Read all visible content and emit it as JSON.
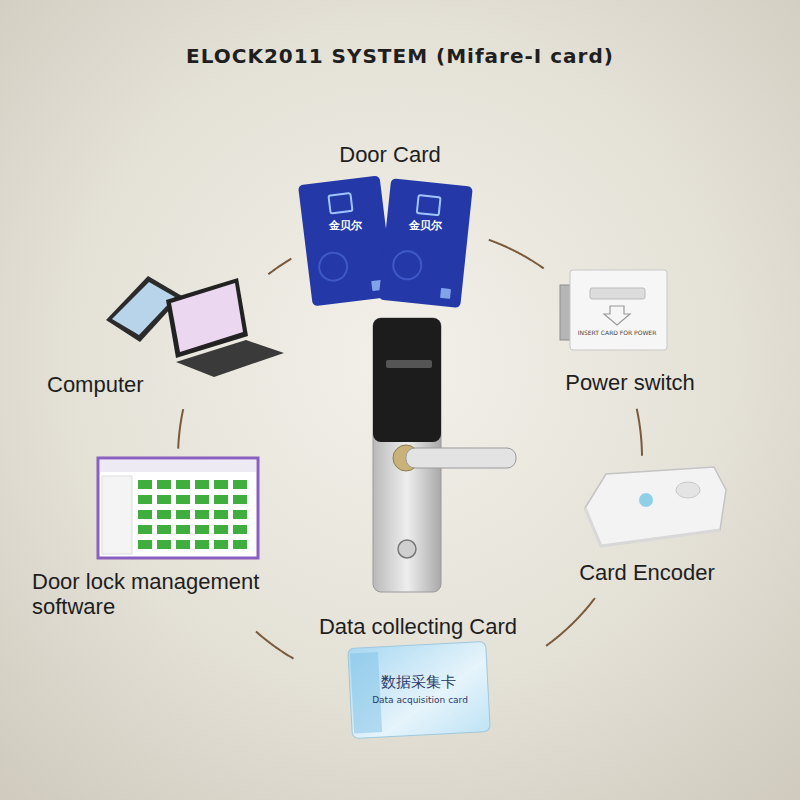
{
  "diagram": {
    "title": "ELOCK2011 SYSTEM (Mifare-I card)",
    "nodes": [
      {
        "text": [
          "Door Card",
          "金贝尔",
          "金贝尔"
        ]
      },
      {
        "text": [
          "Power switch",
          "INSERT CARD FOR POWER"
        ]
      },
      {
        "text": [
          "Card Encoder"
        ]
      },
      {
        "text": [
          "Data collecting Card",
          "数据采集卡",
          "Data acquisition card"
        ]
      },
      {
        "text": [
          "Door lock management software"
        ]
      },
      {
        "text": [
          "Computer"
        ]
      }
    ],
    "edges": [
      {
        "from": 0,
        "to": 1,
        "arrow": "none"
      },
      {
        "from": 1,
        "to": 2,
        "arrow": "none"
      },
      {
        "from": 2,
        "to": 3,
        "arrow": "none"
      },
      {
        "from": 3,
        "to": 4,
        "arrow": "none"
      },
      {
        "from": 4,
        "to": 5,
        "arrow": "none"
      },
      {
        "from": 5,
        "to": 0,
        "arrow": "none"
      }
    ]
  }
}
